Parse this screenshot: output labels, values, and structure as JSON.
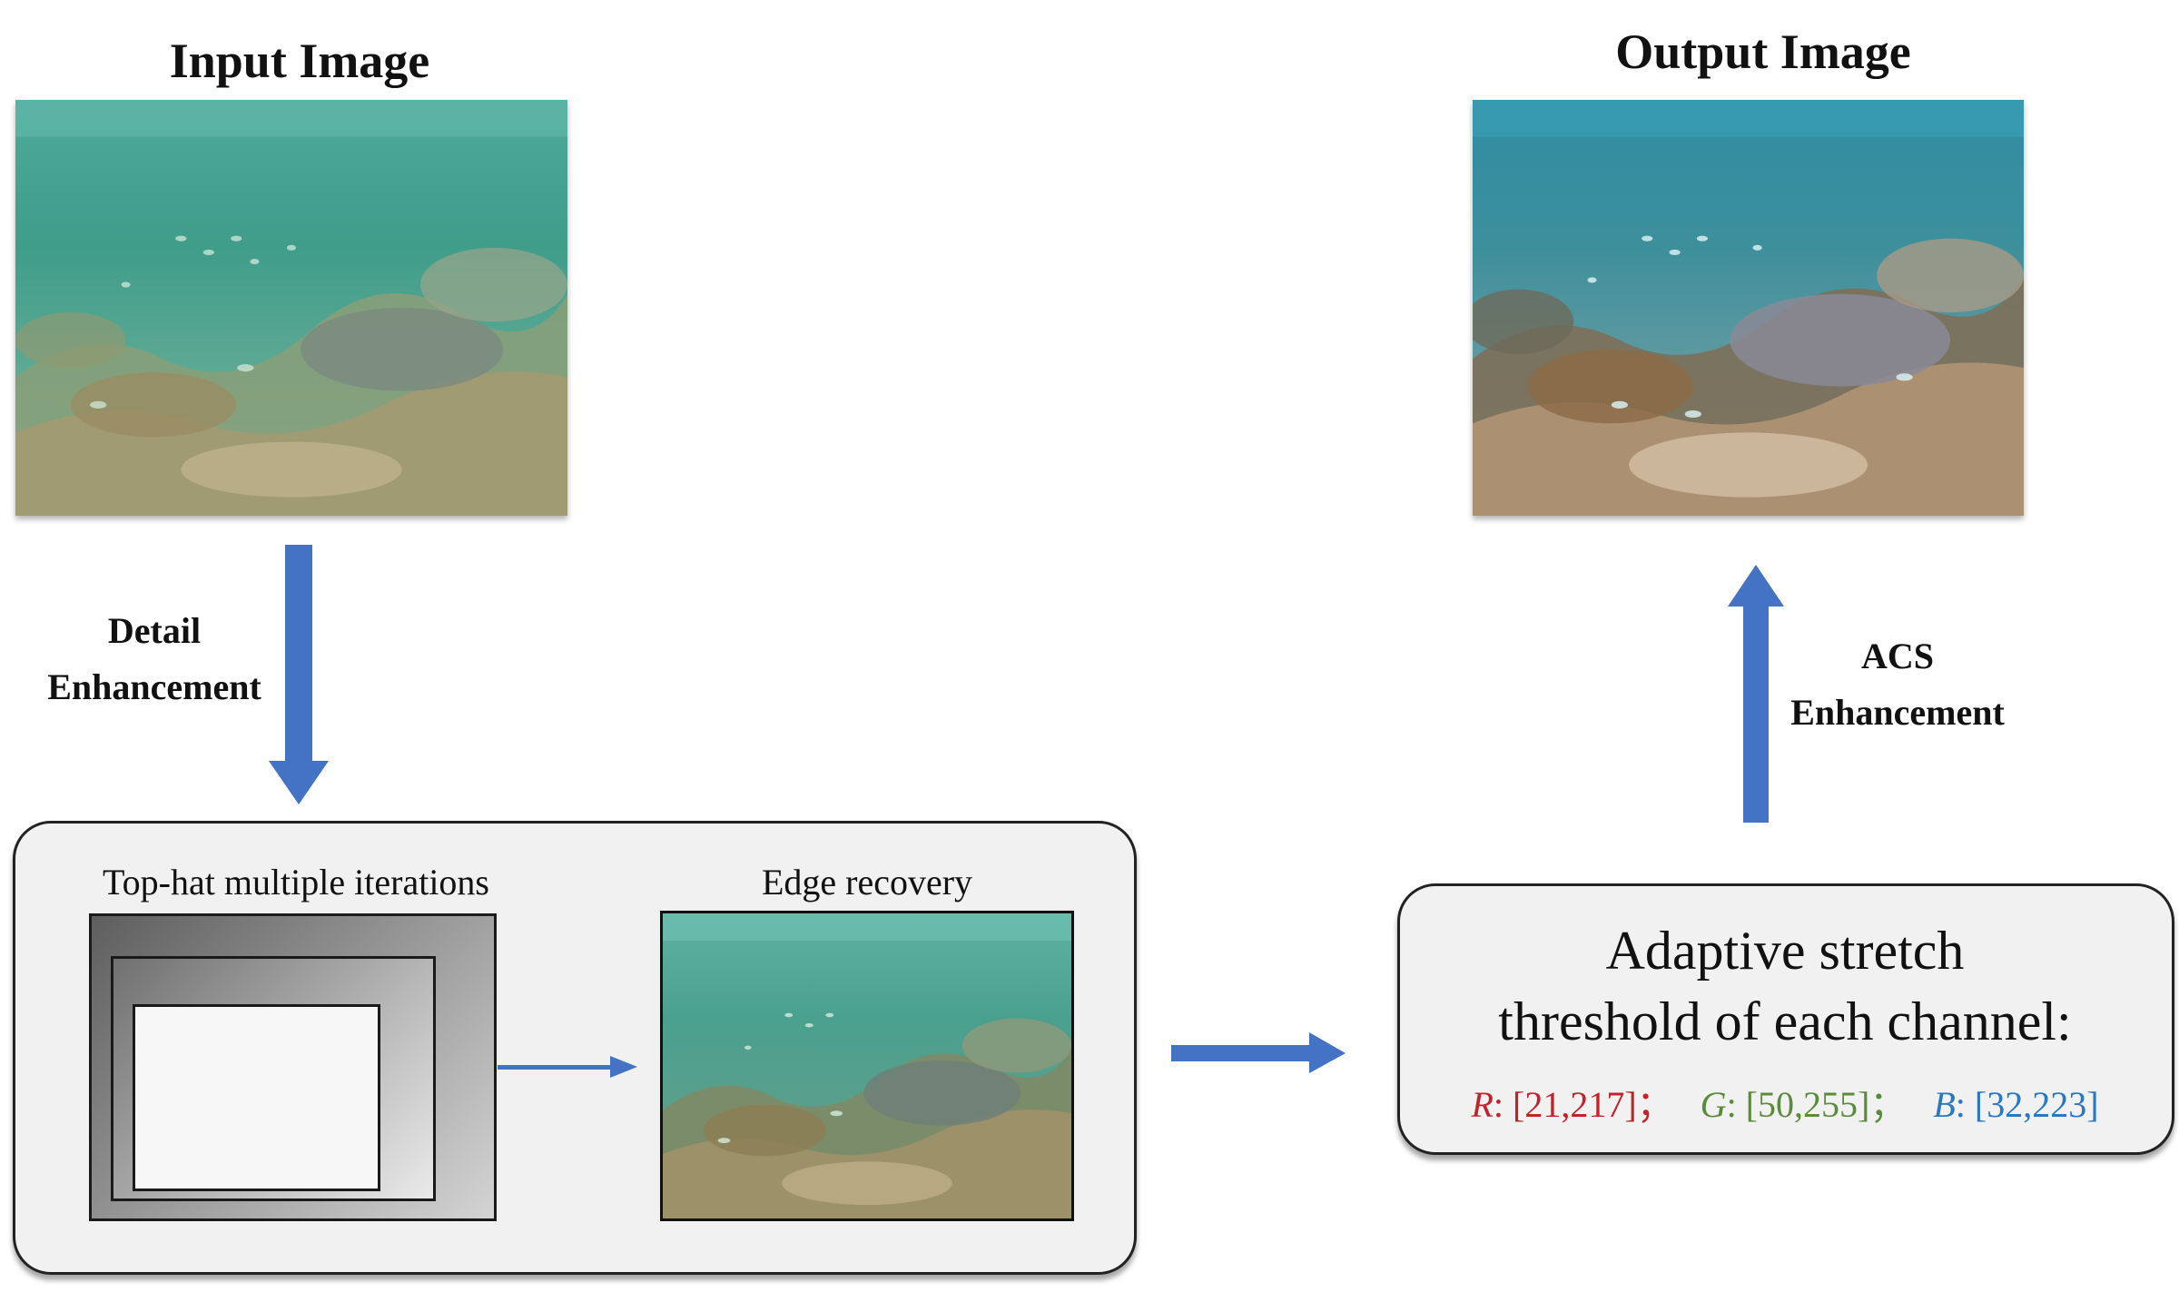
{
  "input": {
    "title": "Input Image"
  },
  "output": {
    "title": "Output Image"
  },
  "steps": {
    "detail": [
      "Detail",
      "Enhancement"
    ],
    "acs": [
      "ACS",
      "Enhancement"
    ]
  },
  "panel": {
    "tophat_label": "Top-hat multiple iterations",
    "edge_label": "Edge recovery"
  },
  "threshold": {
    "title_line1": "Adaptive stretch",
    "title_line2": "threshold of each channel:",
    "channels": [
      {
        "name": "R",
        "range": "[21,217]",
        "sep": "；",
        "color": "#c0232b"
      },
      {
        "name": "G",
        "range": "[50,255]",
        "sep": "；",
        "color": "#5a8a3a"
      },
      {
        "name": "B",
        "range": "[32,223]",
        "sep": "",
        "color": "#2a78c4"
      }
    ]
  },
  "colors": {
    "arrow": "#4472c4"
  }
}
